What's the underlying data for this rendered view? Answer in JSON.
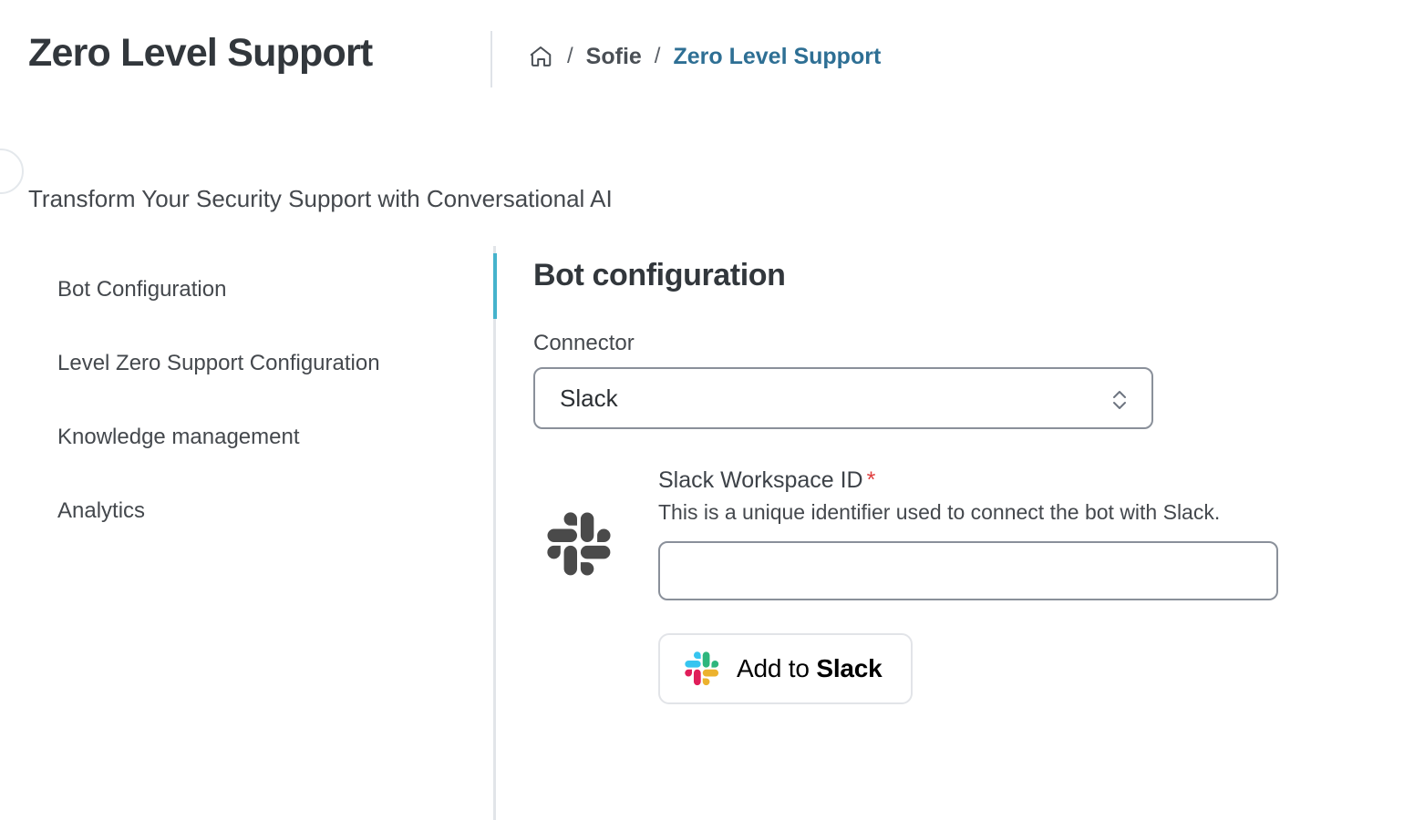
{
  "header": {
    "title": "Zero Level Support",
    "breadcrumb": {
      "home_icon": "home-icon",
      "separator": "/",
      "items": [
        {
          "label": "Sofie",
          "current": false
        },
        {
          "label": "Zero Level Support",
          "current": true
        }
      ]
    },
    "link_color": "#2e6f94"
  },
  "subtitle": "Transform Your Security Support with Conversational AI",
  "sidebar": {
    "active_index": 0,
    "active_color": "#45b3cc",
    "items": [
      {
        "label": "Bot Configuration"
      },
      {
        "label": "Level Zero Support Configuration"
      },
      {
        "label": "Knowledge management"
      },
      {
        "label": "Analytics"
      }
    ]
  },
  "main": {
    "section_title": "Bot configuration",
    "connector": {
      "label": "Connector",
      "value": "Slack",
      "options": [
        "Slack"
      ],
      "chevron_icon": "chevron-up-down-icon"
    },
    "workspace": {
      "icon": "slack-monochrome-icon",
      "label": "Slack Workspace ID",
      "required_marker": "*",
      "required_color": "#e03e3e",
      "help_text": "This is a unique identifier used to connect the bot with Slack.",
      "input_value": "",
      "input_placeholder": ""
    },
    "add_to_slack_button": {
      "icon": "slack-color-icon",
      "text_prefix": "Add to ",
      "brand": "Slack",
      "colors": {
        "blue": "#36C5F0",
        "green": "#2EB67D",
        "red": "#E01E5A",
        "yellow": "#ECB22E"
      }
    }
  }
}
